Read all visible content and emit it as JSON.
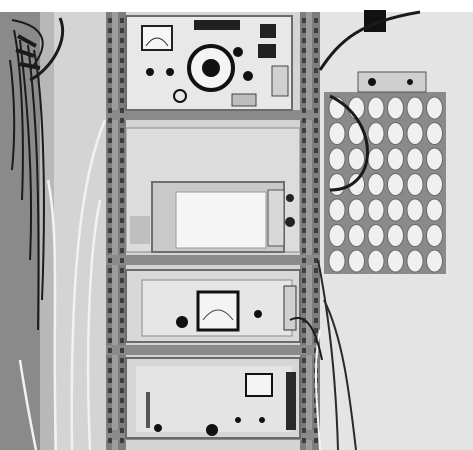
{
  "photo": {
    "style": "black-and-white",
    "subject": "equipment rack",
    "palette": {
      "wall": "#d9d9d9",
      "wall_right": "#e6e6e6",
      "frame": "#8f8f8f",
      "frame_dark": "#555555",
      "panel": "#e9e9e9",
      "panel_shadow": "#bdbdbd",
      "knob": "#1e1e1e",
      "reel": "#f0f0f0",
      "cable": "#2a2a2a",
      "white_border": "#ffffff"
    },
    "reel_rows": 7,
    "reel_cols": 6
  }
}
